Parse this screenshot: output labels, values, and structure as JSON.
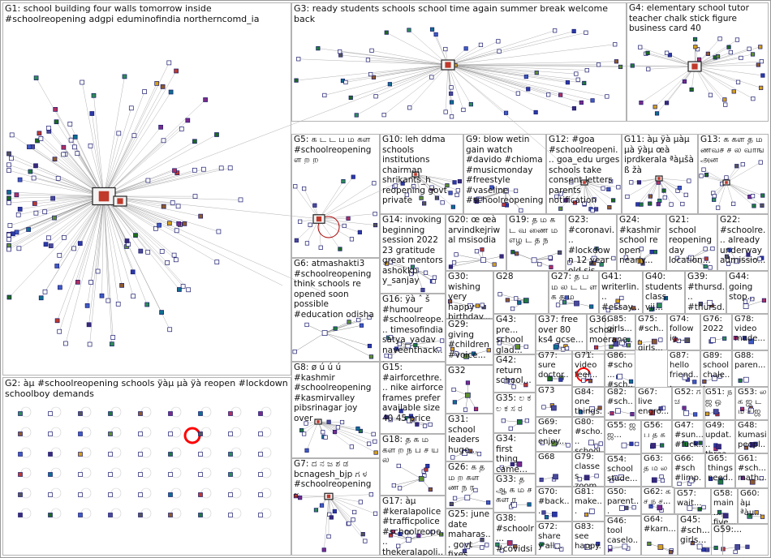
{
  "groups": [
    {
      "id": "G1",
      "label": "G1: school building four walls tomorrow inside #schoolreopening adgpi eduminofindia northerncomd_ia"
    },
    {
      "id": "G2",
      "label": "G2: àµ #schoolreopening schools ÿàµ µà ÿà reopen #lockdown schoolboy demands"
    },
    {
      "id": "G3",
      "label": "G3: ready students schools school time again summer break welcome back"
    },
    {
      "id": "G4",
      "label": "G4: elementary school tutor teacher chalk stick figure business card 40"
    },
    {
      "id": "G5",
      "label": "G5: க ட ட ப ம கள #schoolreopening ள ற ற"
    },
    {
      "id": "G6",
      "label": "G6: atmashakti3 #schoolreopening think schools re opened soon possible #education odisha"
    },
    {
      "id": "G7",
      "label": "G7: ದ ನ ಜ ಶ ಡ bcnagesh_bjp ಗ ಳ #schoolreopening ಲ"
    },
    {
      "id": "G8",
      "label": "G8: ø ú ú ú #kashmir #schoolreopening #kasmirvalley pibsrinagar joy over"
    },
    {
      "id": "G9",
      "label": "G9: blow wetin gain watch #davido #chioma #musicmonday #freestyle #vaseline #schoolreopening"
    },
    {
      "id": "G10",
      "label": "G10: leh ddma schools institutions chairman shrikants_h reopening govt private"
    },
    {
      "id": "G11",
      "label": "G11: àµ ÿà µàµ µà ÿàµ œà iprdkerala ªàµšà ß žà"
    },
    {
      "id": "G12",
      "label": "G12: #goa #schoolreopeni... goa_edu urges schools take consent letters parents notification"
    },
    {
      "id": "G13",
      "label": "G13: க கள த ம ணவச ச ல வாங அன"
    },
    {
      "id": "G14",
      "label": "G14: invoking beginning session 2022 23 gratitude great mentors ashokkp y_sanjay"
    },
    {
      "id": "G15",
      "label": "G15: #airforcethre... nike airforce frames prefer available size 40 45 price"
    },
    {
      "id": "G16",
      "label": "G16: ÿà ˆ š #humour #schoolreope... timesofindia satya_yadav naveenthack..."
    },
    {
      "id": "G17",
      "label": "G17: àµ #keralapolice #trafficpolice #schoolreope... thekeralapoli..."
    },
    {
      "id": "G18",
      "label": "G18: த க ம கள ற ந ப ச ய ல"
    },
    {
      "id": "G19",
      "label": "G19: த ம க ட வ ணை ம எழ ட த ந"
    },
    {
      "id": "G20",
      "label": "G20: œ œà arvindkejriwal msisodia"
    },
    {
      "id": "G21",
      "label": "G21: school reopening day location..."
    },
    {
      "id": "G22",
      "label": "G22: #schoolre... already underway admissio..."
    },
    {
      "id": "G23",
      "label": "G23: #coronavi... #lockdown 12 year old sis taking..."
    },
    {
      "id": "G24",
      "label": "G24: #kashmir school re open nearly..."
    },
    {
      "id": "G25",
      "label": "G25: june date maharas... govt fixes"
    },
    {
      "id": "G26",
      "label": "G26: க த ம ற கள ண ந ர"
    },
    {
      "id": "G27",
      "label": "G27: த ப ம ல ட ட ள க த ம"
    },
    {
      "id": "G28",
      "label": "G28"
    },
    {
      "id": "G29",
      "label": "G29: giving #children #voice..."
    },
    {
      "id": "G30",
      "label": "G30: wishing very happy birthday..."
    },
    {
      "id": "G31",
      "label": "G31: school leaders huge..."
    },
    {
      "id": "G32",
      "label": "G32"
    },
    {
      "id": "G33",
      "label": "G33: த ஆ க ம ச கள ர"
    },
    {
      "id": "G34",
      "label": "G34: first thing came..."
    },
    {
      "id": "G35",
      "label": "G35: ಲ ಕ ಲ ಕ ಸ ರ"
    },
    {
      "id": "G36",
      "label": "G36: school moerane..."
    },
    {
      "id": "G37",
      "label": "G37: free over 80 ks4 gcse..."
    },
    {
      "id": "G38",
      "label": "G38: #schoolr... #covidsi..."
    },
    {
      "id": "G39",
      "label": "G39: #thursd... #thursd..."
    },
    {
      "id": "G40",
      "label": "G40: students class vii..."
    },
    {
      "id": "G41",
      "label": "G41: writerlin... #essay..."
    },
    {
      "id": "G42",
      "label": "G42: return school..."
    },
    {
      "id": "G43",
      "label": "G43: pre... school glad..."
    },
    {
      "id": "G44",
      "label": "G44: going stop..."
    },
    {
      "id": "G45",
      "label": "G45: #sch... girls..."
    },
    {
      "id": "G46",
      "label": "G46: tool caselo..."
    },
    {
      "id": "G47",
      "label": "G47: #sun... #fuck..."
    },
    {
      "id": "G48",
      "label": "G48: kumasi peopl..."
    },
    {
      "id": "G49",
      "label": "G49: updat... threa..."
    },
    {
      "id": "G50",
      "label": "G50: parent..."
    },
    {
      "id": "G51",
      "label": "G51: ந ஜ ஒ"
    },
    {
      "id": "G52",
      "label": "G52: ಗ ಚ"
    },
    {
      "id": "G53",
      "label": "G53: ல க ஜ ட ம ச ஜ"
    },
    {
      "id": "G54",
      "label": "G54: school stude..."
    },
    {
      "id": "G55",
      "label": "G55: ஜ ஜ..."
    },
    {
      "id": "G56",
      "label": "G56: ப த க"
    },
    {
      "id": "G57",
      "label": "G57: wait..."
    },
    {
      "id": "G58",
      "label": "G58: main... five..."
    },
    {
      "id": "G59",
      "label": "G59:..."
    },
    {
      "id": "G60",
      "label": "G60: àµ ªàµ..."
    },
    {
      "id": "G61",
      "label": "G61: #sch... math..."
    },
    {
      "id": "G62",
      "label": "G62: க ச ந ச..."
    },
    {
      "id": "G63",
      "label": "G63: த ம ல"
    },
    {
      "id": "G64",
      "label": "G64: #karn..."
    },
    {
      "id": "G65",
      "label": "G65: things need..."
    },
    {
      "id": "G66",
      "label": "G66: #sch #limp..."
    },
    {
      "id": "G67",
      "label": "G67: live engro..."
    },
    {
      "id": "G68",
      "label": "G68"
    },
    {
      "id": "G69",
      "label": "G69: cheer enjoy..."
    },
    {
      "id": "G70",
      "label": "G70: #back..."
    },
    {
      "id": "G71",
      "label": "G71: video feel..."
    },
    {
      "id": "G72",
      "label": "G72: share y'all..."
    },
    {
      "id": "G73",
      "label": "G73"
    },
    {
      "id": "G74",
      "label": "G74: follow ig..."
    },
    {
      "id": "G75",
      "label": "G75: #sch... girls..."
    },
    {
      "id": "G76",
      "label": "G76: 2022"
    },
    {
      "id": "G77",
      "label": "G77: sure doctor..."
    },
    {
      "id": "G78",
      "label": "G78: video made..."
    },
    {
      "id": "G79",
      "label": "G79: classes zoom..."
    },
    {
      "id": "G80",
      "label": "G80: #scho... school..."
    },
    {
      "id": "G81",
      "label": "G81: make..."
    },
    {
      "id": "G82",
      "label": "G82: #sch..."
    },
    {
      "id": "G83",
      "label": "G83: see happy..."
    },
    {
      "id": "G84",
      "label": "G84: one things..."
    },
    {
      "id": "G85",
      "label": "G85: girls..."
    },
    {
      "id": "G86",
      "label": "G86: #scho... #sch..."
    },
    {
      "id": "G87",
      "label": "G87: hello friend..."
    },
    {
      "id": "G88",
      "label": "G88: paren..."
    },
    {
      "id": "G89",
      "label": "G89: school chale..."
    }
  ],
  "colors": {
    "background": "#ffffff",
    "cell_border": "#b3b3b3",
    "edge": "#8c8c8c",
    "node_outline": "#1a1a6e",
    "self_loop": "#aa0000",
    "highlight_loop": "#ff0000"
  }
}
